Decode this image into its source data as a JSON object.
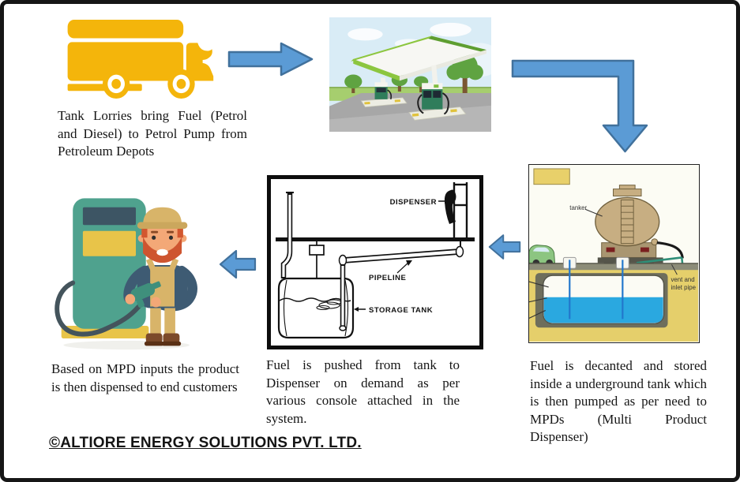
{
  "captions": {
    "step1": "Tank Lorries bring Fuel (Petrol and Diesel) to Petrol Pump from Petroleum Depots",
    "step2": "Fuel is decanted and stored inside a underground tank which is then pumped as per need to MPDs (Multi Product Dispenser)",
    "step3": "Fuel is pushed from tank to Dispenser on demand as per various console attached in the system.",
    "step4": "Based on MPD inputs the product is then dispensed to end customers"
  },
  "pipeline_labels": {
    "dispenser": "DISPENSER",
    "pipeline": "PIPELINE",
    "storage_tank": "STORAGE TANK"
  },
  "tank_labels": {
    "tanker": "tanker",
    "vent_line1": "vent and",
    "vent_line2": "inlet pipe"
  },
  "footer": {
    "copyright": "©ALTIORE ENERGY SOLUTIONS PVT. LTD."
  },
  "colors": {
    "arrow_fill": "#5B9BD5",
    "arrow_stroke": "#41719C",
    "truck_yellow": "#F4B50B",
    "pump_teal": "#4FA28E",
    "tank_blue": "#2AA8E0",
    "soil_yellow": "#E5CF6B"
  }
}
